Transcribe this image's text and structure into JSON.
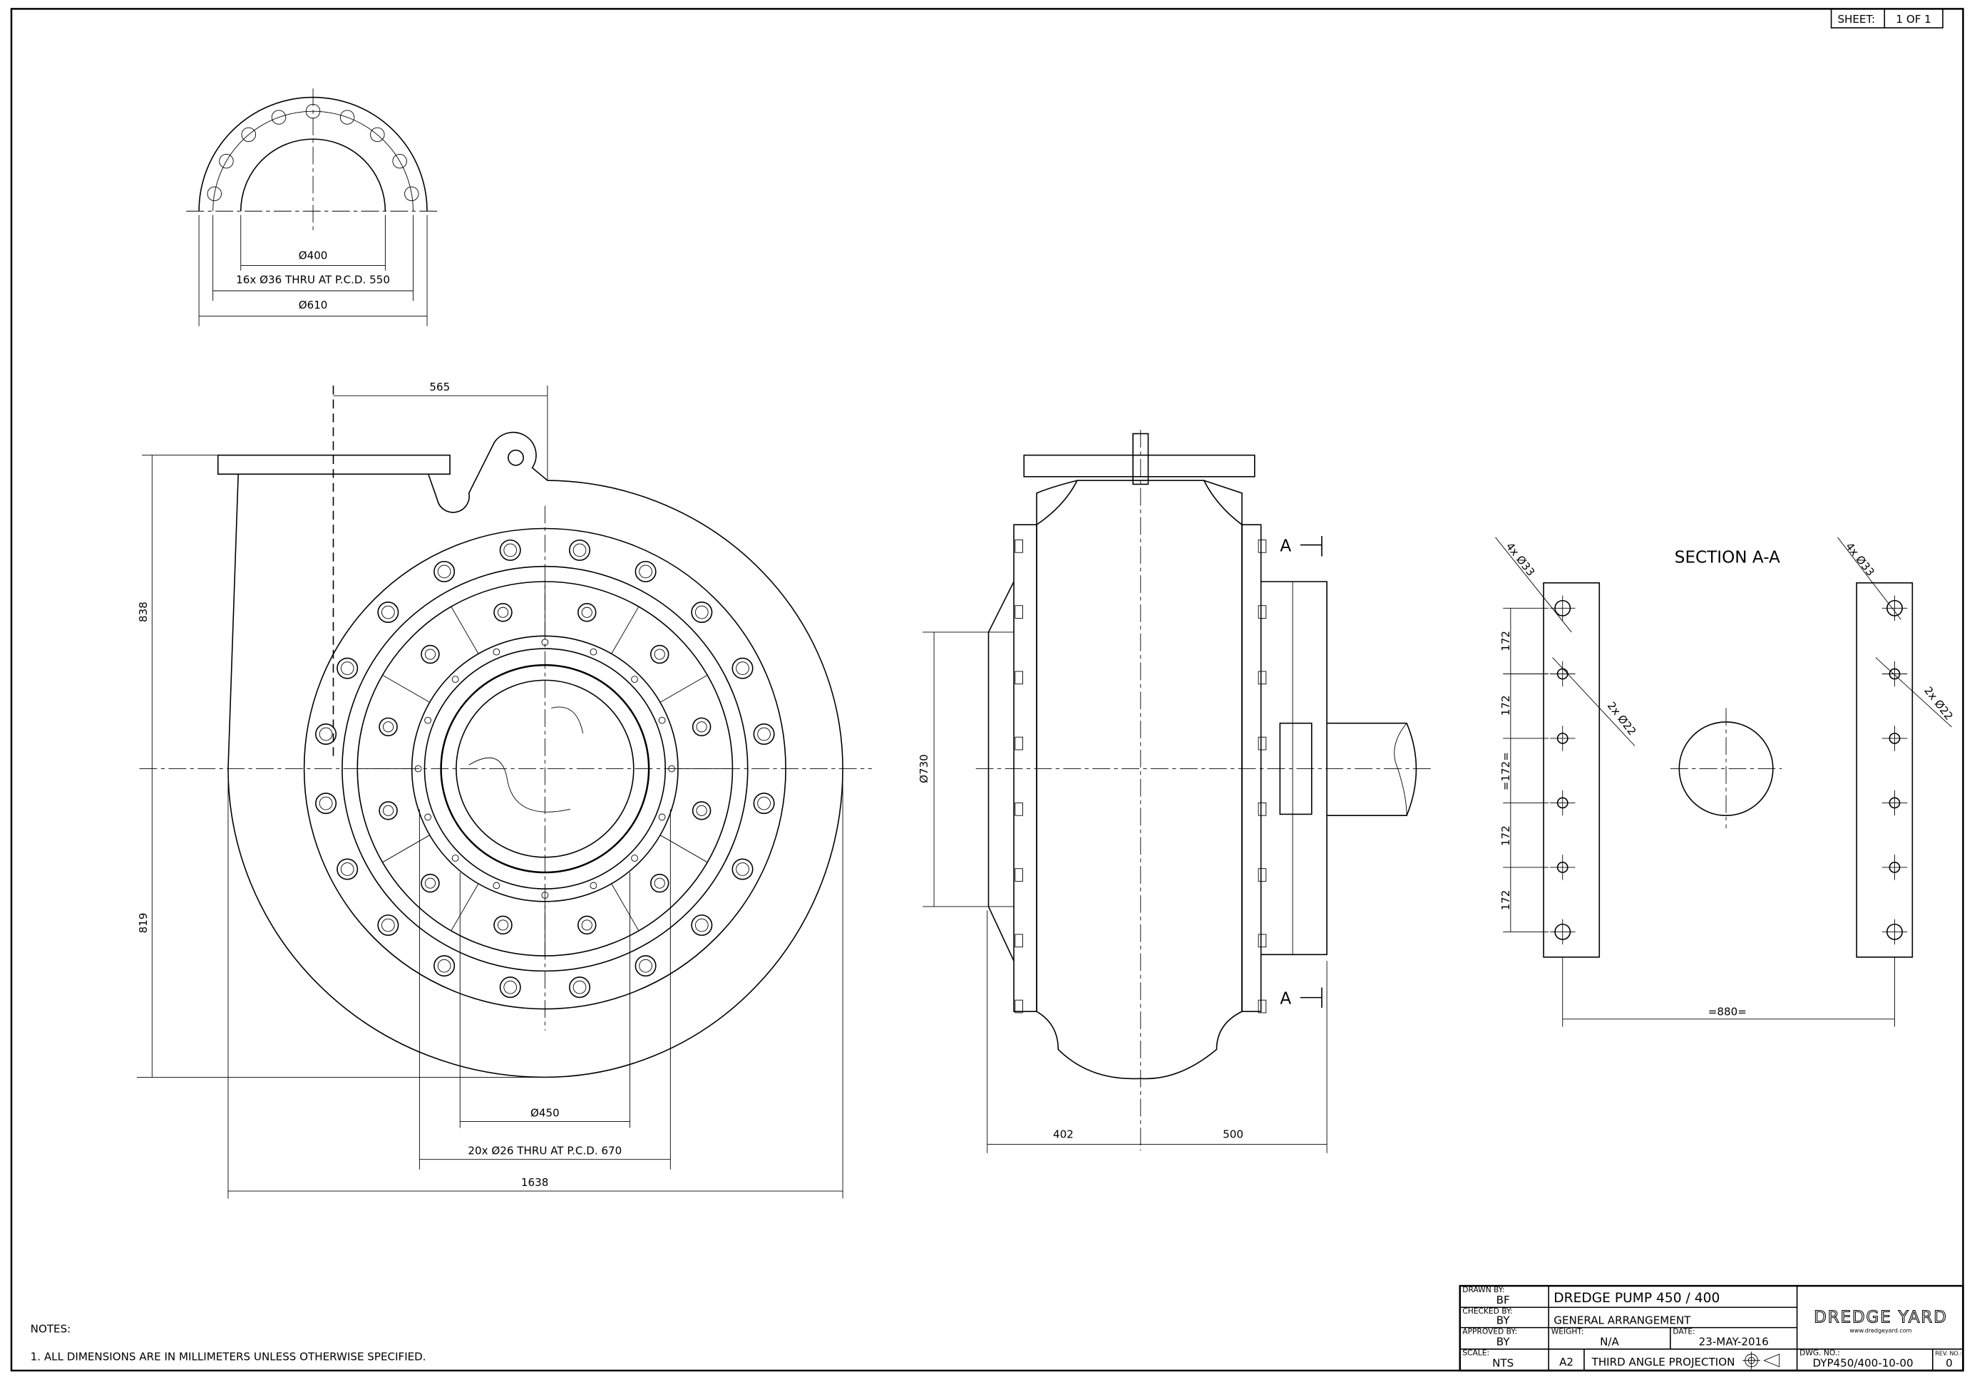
{
  "sheet": {
    "label": "SHEET:",
    "value": "1 OF 1"
  },
  "flange_view": {
    "dim_inner": "Ø400",
    "dim_holes": "16x Ø36 THRU AT P.C.D. 550",
    "dim_outer": "Ø610",
    "hole_count": 16
  },
  "front_view": {
    "dim_top": "565",
    "dim_upper_height": "838",
    "dim_lower_height": "819",
    "dim_inlet": "Ø450",
    "dim_holes": "20x Ø26 THRU AT P.C.D. 670",
    "dim_width": "1638",
    "outer_bolt_count": 20,
    "inner_bolt_count": 12
  },
  "side_view": {
    "dim_diameter": "Ø730",
    "dim_left": "402",
    "dim_right": "500",
    "section_mark": "A"
  },
  "section_view": {
    "title": "SECTION A-A",
    "leader_large_holes": "4x Ø33",
    "leader_small_holes": "2x Ø22",
    "pitch_dims": [
      "172",
      "172",
      "=172=",
      "172",
      "172"
    ],
    "dim_spacing": "=880="
  },
  "notes": {
    "heading": "NOTES:",
    "items": [
      "1. ALL DIMENSIONS ARE IN MILLIMETERS UNLESS OTHERWISE SPECIFIED."
    ]
  },
  "title_block": {
    "drawn_by_label": "DRAWN BY:",
    "drawn_by": "BF",
    "checked_by_label": "CHECKED BY:",
    "checked_by": "BY",
    "approved_by_label": "APPROVED BY:",
    "approved_by": "BY",
    "scale_label": "SCALE:",
    "scale": "NTS",
    "title": "DREDGE PUMP 450 / 400",
    "subtitle": "GENERAL ARRANGEMENT",
    "weight_label": "WEIGHT:",
    "weight": "N/A",
    "date_label": "DATE:",
    "date": "23-MAY-2016",
    "sheet_size": "A2",
    "projection": "THIRD ANGLE PROJECTION",
    "logo": "DREDGE YARD",
    "website": "www.dredgeyard.com",
    "dwg_no_label": "DWG. NO.:",
    "dwg_no": "DYP450/400-10-00",
    "rev_label": "REV. NO.:",
    "rev": "0"
  }
}
